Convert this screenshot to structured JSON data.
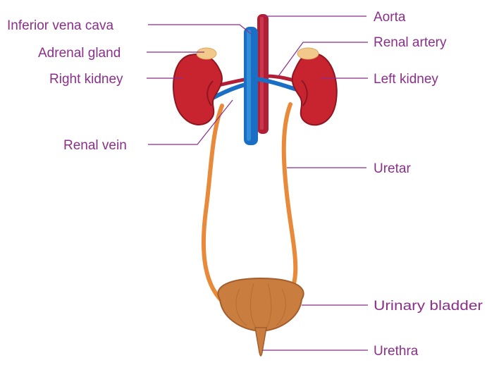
{
  "labels": {
    "inferior_vena_cava": "Inferior vena cava",
    "aorta": "Aorta",
    "adrenal_gland": "Adrenal gland",
    "renal_artery": "Renal artery",
    "right_kidney": "Right kidney",
    "left_kidney": "Left kidney",
    "renal_vein": "Renal vein",
    "uretar": "Uretar",
    "urinary_bladder": "Urinary bladder",
    "urethra": "Urethra"
  },
  "colors": {
    "label_text": "#8a2f8a",
    "kidney": "#c8242f",
    "kidney_dark": "#8e1620",
    "adrenal": "#f3c98b",
    "vein": "#1a6fc4",
    "vein_light": "#3c9be0",
    "artery": "#b21e35",
    "ureter": "#e98a3a",
    "bladder": "#c97d3f",
    "bladder_dark": "#a35e2c"
  }
}
